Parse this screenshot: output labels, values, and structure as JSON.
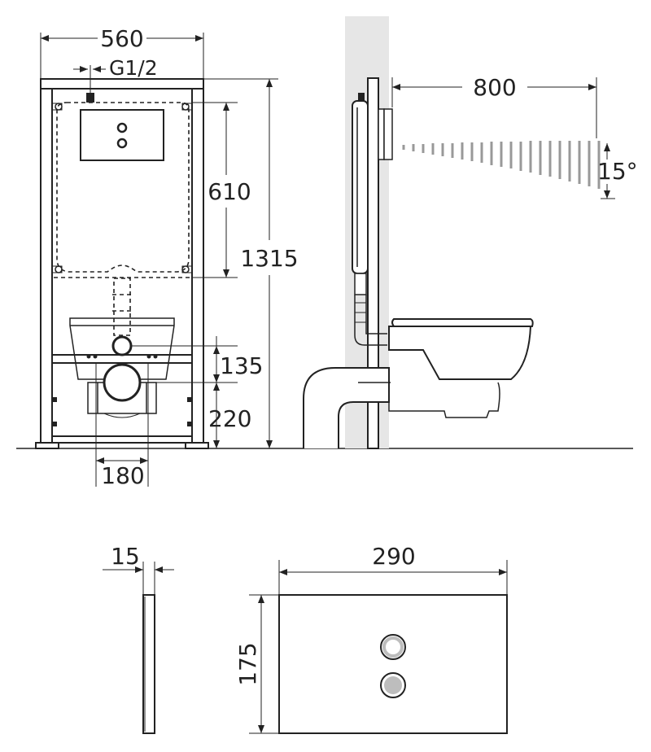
{
  "colors": {
    "ink": "#222222",
    "wall": "#e6e6e6",
    "button_fill": "#bdbdbd",
    "beam": "#999999"
  },
  "front_view": {
    "width_label": "560",
    "inlet_label": "G1/2",
    "tank_height_label": "610",
    "total_height_label": "1315",
    "pipe_center_label": "135",
    "outlet_height_label": "220",
    "bolt_spacing_label": "180"
  },
  "side_view": {
    "sensor_range_label": "800",
    "sensor_angle_label": "15°"
  },
  "panel_side": {
    "thickness_label": "15"
  },
  "panel_front": {
    "width_label": "290",
    "height_label": "175"
  }
}
